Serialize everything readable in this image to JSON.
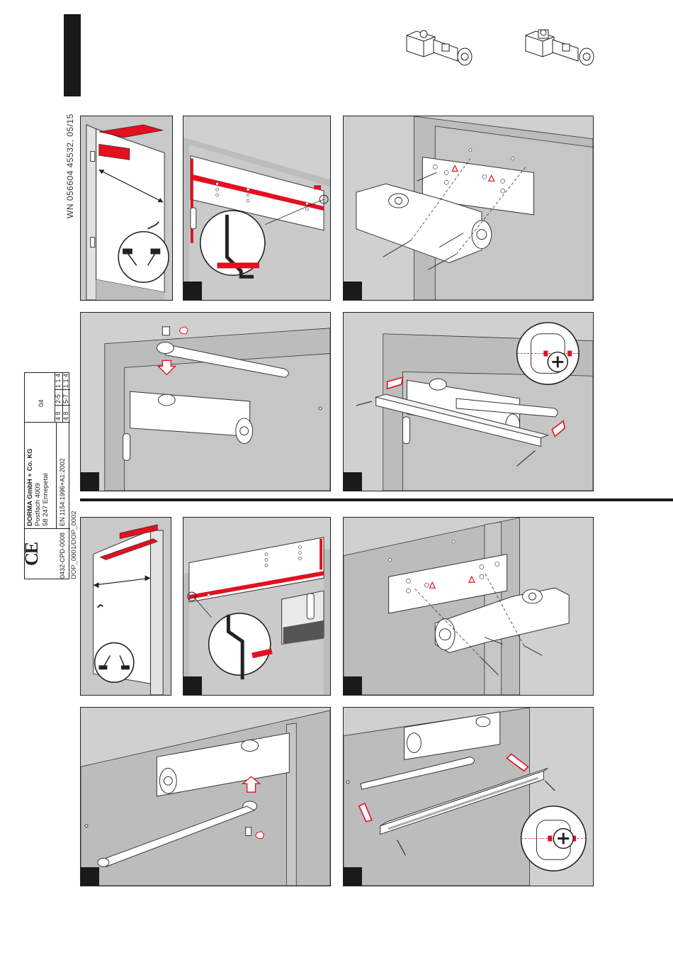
{
  "document_ref": "WN 056604 45532, 05/15",
  "drawing_ref": "DOP_0001/DOP_0002",
  "label": {
    "ce_mark": "CE",
    "notified_body": "0432-CPD-0008",
    "manufacturer": [
      "DORMA GmbH + Co. KG",
      "Postfach 4009",
      "58 247 Ennepetal"
    ],
    "standard": "EN 1154:1996+A1:2002",
    "year": "04",
    "class_codes_a": [
      "4 8",
      "4 8"
    ],
    "class_codes_b": [
      "2-5",
      "5-7"
    ],
    "class_codes_c": [
      "1 1 4",
      "1 1 4"
    ]
  },
  "colors": {
    "accent_red": "#e3101f",
    "panel_gray": "#d0d0d0",
    "wall_gray": "#b9b9b9",
    "ink": "#1a1a1a"
  },
  "icons": [
    "door-closer-product-icon",
    "door-closer-product-icon-alt",
    "pull-side-icon",
    "push-side-icon",
    "hex-key-icon"
  ]
}
